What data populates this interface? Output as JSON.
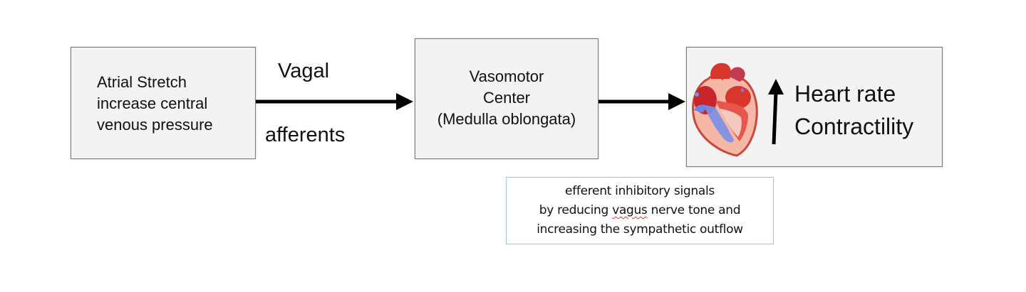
{
  "boxes": {
    "atrial": {
      "lines": [
        "Atrial Stretch",
        "increase central",
        "venous pressure"
      ]
    },
    "vasomotor": {
      "lines": [
        "Vasomotor",
        "Center",
        "(Medulla oblongata)"
      ]
    },
    "heart": {
      "lines": [
        "Heart rate",
        "Contractility"
      ],
      "image_icon": "heart-anatomy-icon",
      "arrow_icon": "up-arrow-icon"
    }
  },
  "arrows": {
    "label_top": "Vagal",
    "label_bottom": "afferents"
  },
  "note": {
    "line1": "efferent inhibitory signals",
    "line2_pre": "by reducing ",
    "line2_flag": "vagus",
    "line2_post": " nerve tone and",
    "line3": "increasing the sympathetic outflow"
  },
  "colors": {
    "box_fill": "#f3f3f3",
    "box_border": "#7a7a7a",
    "arrow": "#000000",
    "note_border": "#9cc4e8",
    "spellcheck": "#d33333"
  }
}
